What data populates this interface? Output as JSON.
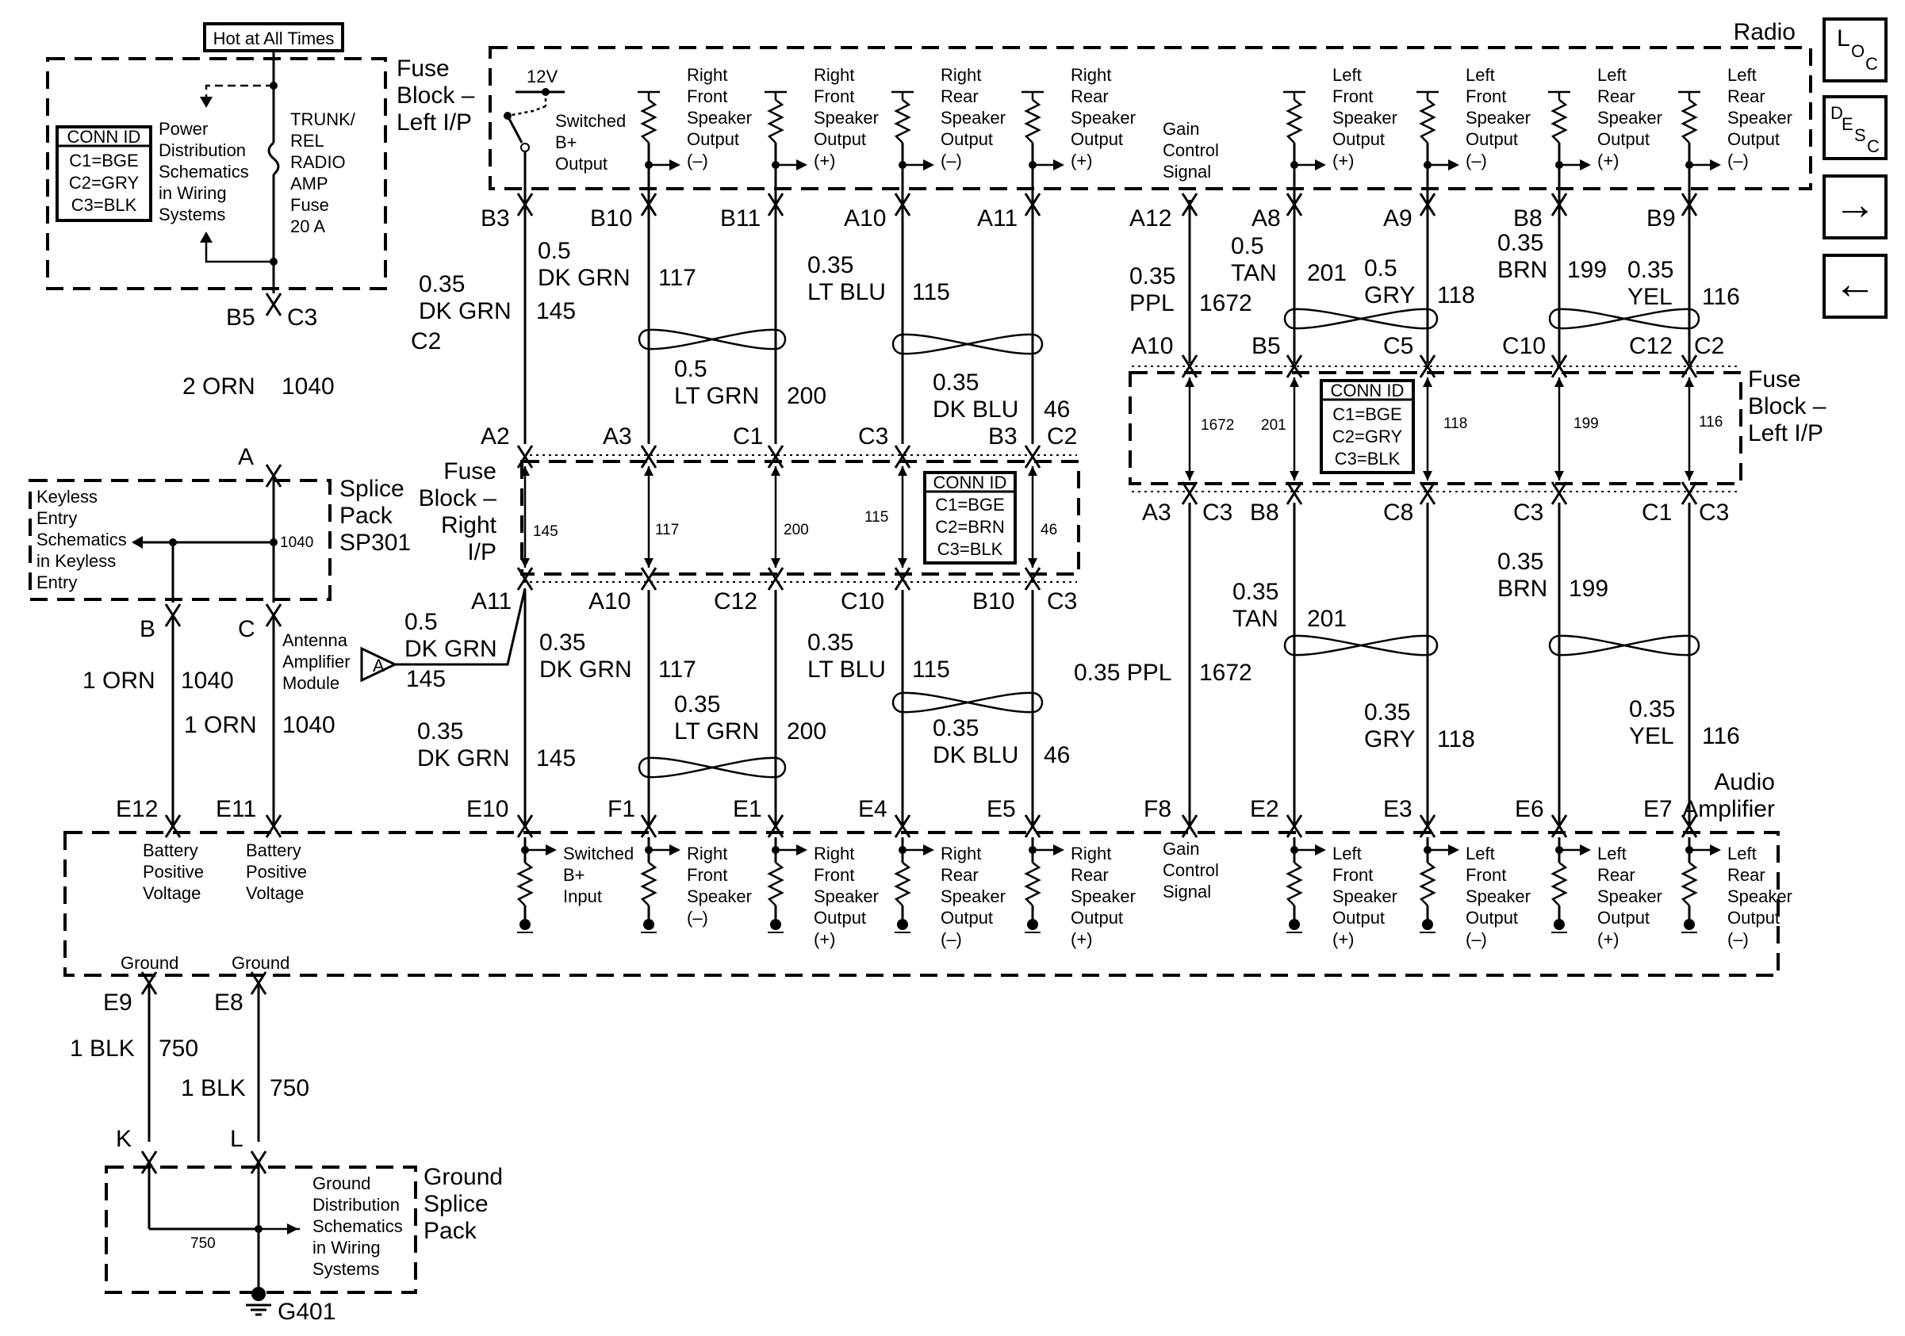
{
  "labels": {
    "hot_all_times": "Hot at All Times",
    "radio": "Radio",
    "fuse_block_left_a": "Fuse",
    "fuse_block_left_b": "Block –",
    "fuse_block_left_c": "Left I/P",
    "fuse_block_left2_a": "Fuse",
    "fuse_block_left2_b": "Block –",
    "fuse_block_left2_c": "Left I/P",
    "fuse_block_right_a": "Fuse",
    "fuse_block_right_b": "Block –",
    "fuse_block_right_c": "Right",
    "fuse_block_right_d": "I/P",
    "splice_a": "Splice",
    "splice_b": "Pack",
    "splice_c": "SP301",
    "audio_amp_a": "Audio",
    "audio_amp_b": "Amplifier",
    "ground_splice_a": "Ground",
    "ground_splice_b": "Splice",
    "ground_splice_c": "Pack",
    "g401": "G401",
    "volt12": "12V",
    "trunk": [
      "TRUNK/",
      "REL",
      "RADIO",
      "AMP",
      "Fuse",
      "20 A"
    ],
    "power_dist": [
      "Power",
      "Distribution",
      "Schematics",
      "in Wiring",
      "Systems"
    ],
    "keyless": [
      "Keyless",
      "Entry",
      "Schematics",
      "in Keyless",
      "Entry"
    ],
    "ground_dist": [
      "Ground",
      "Distribution",
      "Schematics",
      "in Wiring",
      "Systems"
    ],
    "antenna": [
      "Antenna",
      "Amplifier",
      "Module"
    ],
    "antenna_pin": "A",
    "switched_b_out": [
      "Switched",
      "B+",
      "Output"
    ],
    "switched_b_in": [
      "Switched",
      "B+",
      "Input"
    ],
    "gain": [
      "Gain",
      "Control",
      "Signal"
    ],
    "batt": [
      "Battery",
      "Positive",
      "Voltage"
    ],
    "ground": "Ground"
  },
  "conn_ids": {
    "fuse_left_top": {
      "title": "CONN ID",
      "lines": [
        "C1=BGE",
        "C2=GRY",
        "C3=BLK"
      ]
    },
    "fuse_right": {
      "title": "CONN ID",
      "lines": [
        "C1=BGE",
        "C2=BRN",
        "C3=BLK"
      ]
    },
    "fuse_left_right": {
      "title": "CONN ID",
      "lines": [
        "C1=BGE",
        "C2=GRY",
        "C3=BLK"
      ]
    }
  },
  "radio_outputs": [
    [
      "Right",
      "Front",
      "Speaker",
      "Output",
      "(–)"
    ],
    [
      "Right",
      "Front",
      "Speaker",
      "Output",
      "(+)"
    ],
    [
      "Right",
      "Rear",
      "Speaker",
      "Output",
      "(–)"
    ],
    [
      "Right",
      "Rear",
      "Speaker",
      "Output",
      "(+)"
    ],
    [
      "Left",
      "Front",
      "Speaker",
      "Output",
      "(+)"
    ],
    [
      "Left",
      "Front",
      "Speaker",
      "Output",
      "(–)"
    ],
    [
      "Left",
      "Rear",
      "Speaker",
      "Output",
      "(+)"
    ],
    [
      "Left",
      "Rear",
      "Speaker",
      "Output",
      "(–)"
    ]
  ],
  "amp_inputs": [
    [
      "Right",
      "Front",
      "Speaker",
      "(–)"
    ],
    [
      "Right",
      "Front",
      "Speaker",
      "Output",
      "(+)"
    ],
    [
      "Right",
      "Rear",
      "Speaker",
      "Output",
      "(–)"
    ],
    [
      "Right",
      "Rear",
      "Speaker",
      "Output",
      "(+)"
    ],
    [
      "Left",
      "Front",
      "Speaker",
      "Output",
      "(+)"
    ],
    [
      "Left",
      "Front",
      "Speaker",
      "Output",
      "(–)"
    ],
    [
      "Left",
      "Rear",
      "Speaker",
      "Output",
      "(+)"
    ],
    [
      "Left",
      "Rear",
      "Speaker",
      "Output",
      "(–)"
    ]
  ],
  "pins": {
    "radio": [
      "B3",
      "B10",
      "B11",
      "A10",
      "A11",
      "A12",
      "A8",
      "A9",
      "B8",
      "B9"
    ],
    "fuse_right_top": [
      "A2",
      "A3",
      "C1",
      "C3",
      "B3",
      "C2"
    ],
    "fuse_right_bottom": [
      "A11",
      "A10",
      "C12",
      "C10",
      "B10",
      "C3"
    ],
    "fuse_left_top": [
      "A10",
      "B5",
      "C5",
      "C10",
      "C12",
      "C2"
    ],
    "fuse_left_bottom": [
      "A3",
      "C3",
      "B8",
      "C8",
      "C3",
      "C1",
      "C3"
    ],
    "amp": [
      "E12",
      "E11",
      "E10",
      "F1",
      "E1",
      "E4",
      "E5",
      "F8",
      "E2",
      "E3",
      "E6",
      "E7"
    ],
    "ground": [
      "E9",
      "E8"
    ],
    "fuse_out": [
      "B5",
      "C3"
    ],
    "splice": [
      "A",
      "B",
      "C"
    ],
    "ground_pack": [
      "K",
      "L"
    ],
    "c2_radio": "C2"
  },
  "inner_circuits": {
    "fuse_right": [
      "145",
      "117",
      "200",
      "115",
      "46"
    ],
    "fuse_left": [
      "1672",
      "201",
      "118",
      "199",
      "116"
    ],
    "splice_1040": "1040",
    "ground_750": "750"
  },
  "wires": {
    "orn_2": {
      "gauge": "2 ORN",
      "circuit": "1040"
    },
    "orn_1a": {
      "gauge": "1 ORN",
      "circuit": "1040"
    },
    "orn_1b": {
      "gauge": "1 ORN",
      "circuit": "1040"
    },
    "blk_1a": {
      "gauge": "1 BLK",
      "circuit": "750"
    },
    "blk_1b": {
      "gauge": "1 BLK",
      "circuit": "750"
    },
    "u145": {
      "g": "0.35",
      "c": "DK GRN",
      "n": "145"
    },
    "u117": {
      "g": "0.5",
      "c": "DK GRN",
      "n": "117"
    },
    "u200": {
      "g": "0.5",
      "c": "LT GRN",
      "n": "200"
    },
    "u115": {
      "g": "0.35",
      "c": "LT BLU",
      "n": "115"
    },
    "u46": {
      "g": "0.35",
      "c": "DK BLU",
      "n": "46"
    },
    "u1672": {
      "g": "0.35",
      "c": "PPL",
      "n": "1672"
    },
    "u201": {
      "g": "0.5",
      "c": "TAN",
      "n": "201"
    },
    "u118": {
      "g": "0.5",
      "c": "GRY",
      "n": "118"
    },
    "u199": {
      "g": "0.35",
      "c": "BRN",
      "n": "199"
    },
    "u116": {
      "g": "0.35",
      "c": "YEL",
      "n": "116"
    },
    "ant145": {
      "g": "0.5",
      "c": "DK GRN",
      "n": "145"
    },
    "l117": {
      "g": "0.35",
      "c": "DK GRN",
      "n": "117"
    },
    "l115": {
      "g": "0.35",
      "c": "LT BLU",
      "n": "115"
    },
    "l200": {
      "g": "0.35",
      "c": "LT GRN",
      "n": "200"
    },
    "l46": {
      "g": "0.35",
      "c": "DK BLU",
      "n": "46"
    },
    "l145": {
      "g": "0.35",
      "c": "DK GRN",
      "n": "145"
    },
    "l1672": {
      "gc": "0.35 PPL",
      "n": "1672"
    },
    "l201": {
      "g": "0.35",
      "c": "TAN",
      "n": "201"
    },
    "l199": {
      "g": "0.35",
      "c": "BRN",
      "n": "199"
    },
    "l118": {
      "g": "0.35",
      "c": "GRY",
      "n": "118"
    },
    "l116": {
      "g": "0.35",
      "c": "YEL",
      "n": "116"
    }
  },
  "nav": {
    "loc": {
      "big": "L",
      "small": "O",
      "small2": "C"
    },
    "desc": {
      "big": "D",
      "mid": "E",
      "small": "S",
      "small2": "C"
    },
    "next": "→",
    "prev": "←"
  }
}
